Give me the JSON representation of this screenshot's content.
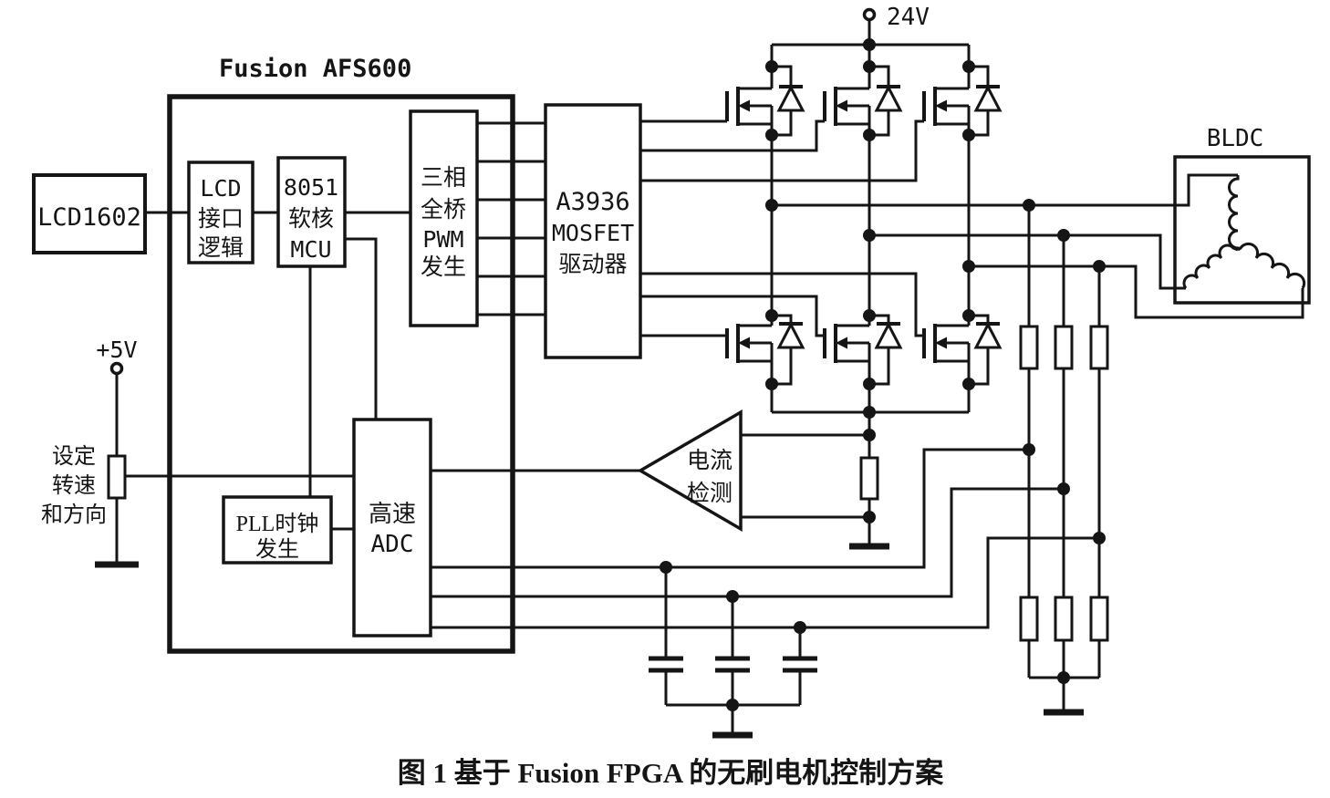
{
  "figure": {
    "caption": "图 1  基于 Fusion FPGA 的无刷电机控制方案"
  },
  "fpga": {
    "title": "Fusion AFS600",
    "blocks": {
      "lcd_interface": {
        "lines": [
          "LCD",
          "接口",
          "逻辑"
        ]
      },
      "mcu": {
        "lines": [
          "8051",
          "软核",
          "MCU"
        ]
      },
      "pwm": {
        "lines": [
          "三相",
          "全桥",
          "PWM",
          "发生"
        ]
      },
      "pll": {
        "lines": [
          "PLL时钟",
          "发生"
        ]
      },
      "adc": {
        "lines": [
          "高速",
          "ADC"
        ]
      }
    }
  },
  "external": {
    "lcd_module": {
      "label": "LCD1602"
    },
    "driver": {
      "lines": [
        "A3936",
        "MOSFET",
        "驱动器"
      ]
    },
    "current_sense_amp": {
      "lines": [
        "电流",
        "检测"
      ]
    },
    "motor": {
      "label": "BLDC"
    },
    "supply_24v": {
      "label": "24V"
    },
    "supply_5v": {
      "label": "+5V"
    },
    "speed_dir_setting": {
      "lines": [
        "设定",
        "转速",
        "和方向"
      ]
    }
  },
  "colors": {
    "ink": "#151515",
    "paper": "#ffffff"
  }
}
